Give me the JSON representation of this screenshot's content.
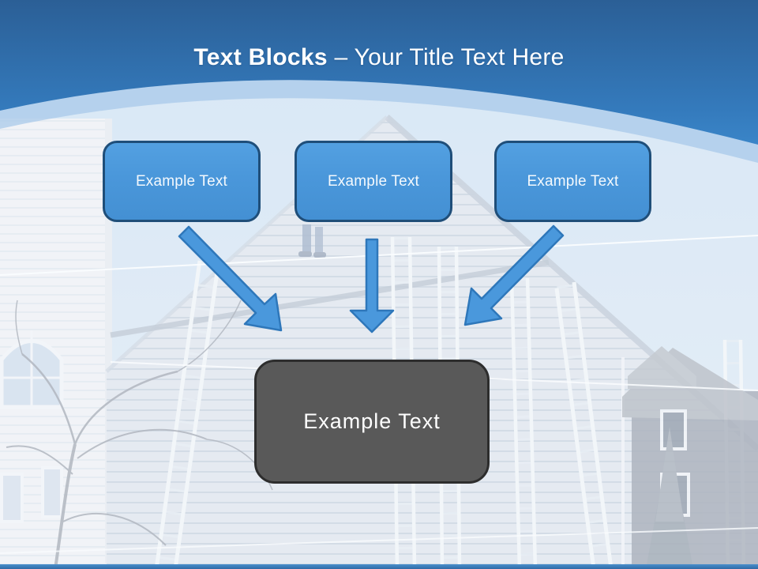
{
  "slide": {
    "title": {
      "bold": "Text Blocks",
      "regular": " – Your Title Text Here"
    },
    "blocks": [
      {
        "label": "Example Text"
      },
      {
        "label": "Example Text"
      },
      {
        "label": "Example Text"
      }
    ],
    "center_block": {
      "label": "Example Text"
    },
    "arrows": [
      "arrow-down-right-icon",
      "arrow-down-icon",
      "arrow-down-left-icon"
    ],
    "colors": {
      "header_top": "#2b5f96",
      "header_bottom": "#3a85c8",
      "halo_band": "#a6c7e9",
      "block_fill": "#4a97da",
      "block_border": "#1f4e79",
      "block_text": "#ffffff",
      "arrow_fill": "#4a98dc",
      "arrow_stroke": "#2e77ba",
      "center_fill": "#595959",
      "center_border": "#2d2d2d",
      "center_text": "#ffffff",
      "bottom_bar": "#3b7fbf"
    }
  }
}
